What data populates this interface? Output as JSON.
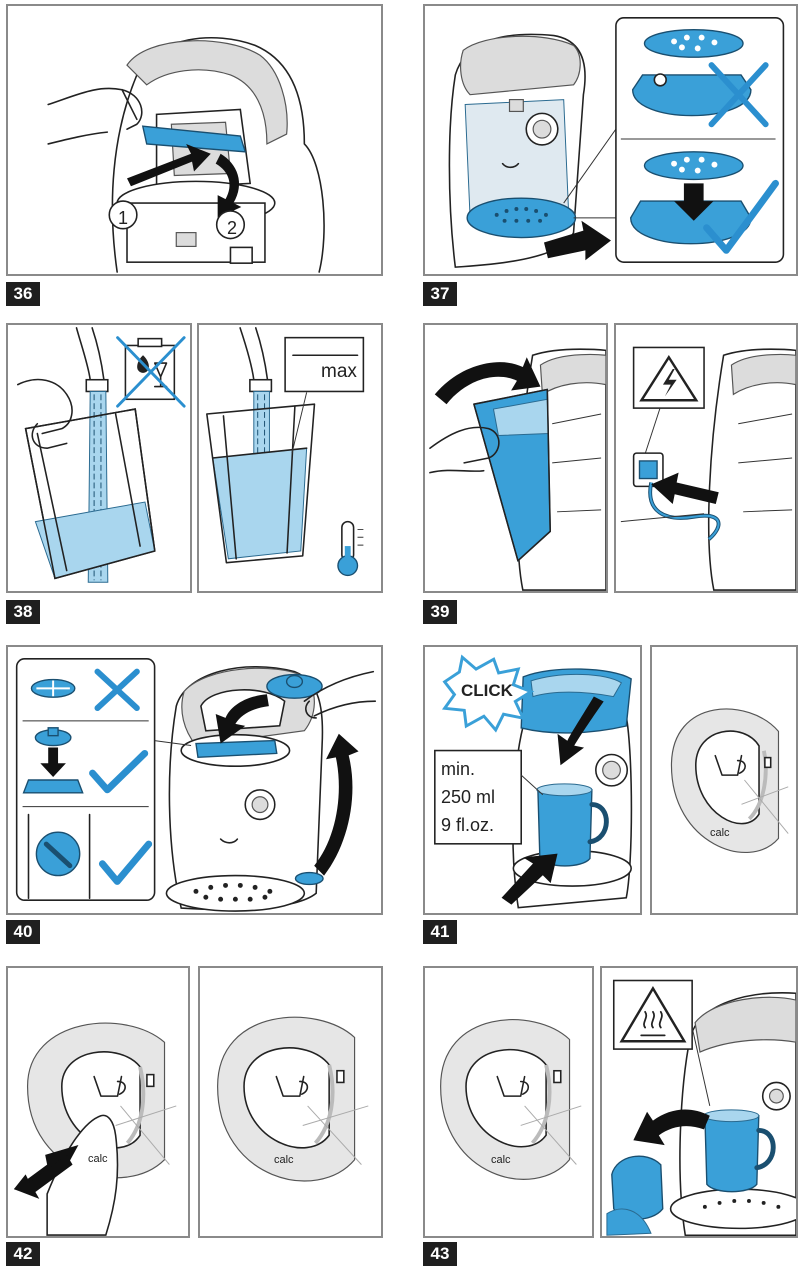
{
  "steps": [
    {
      "number": "36"
    },
    {
      "number": "37"
    },
    {
      "number": "38"
    },
    {
      "number": "39"
    },
    {
      "number": "40"
    },
    {
      "number": "41"
    },
    {
      "number": "42"
    },
    {
      "number": "43"
    }
  ],
  "step36": {
    "callout_1": "1",
    "callout_2": "2"
  },
  "step38": {
    "max_label": "max"
  },
  "step41": {
    "click_label": "CLICK",
    "cup_min_line1": "min.",
    "cup_min_line2": "250 ml",
    "cup_min_line3": "9 fl.oz.",
    "calc_label": "calc"
  },
  "step42": {
    "calc_label_left": "calc",
    "calc_label_right": "calc"
  },
  "step43": {
    "calc_label": "calc"
  },
  "colors": {
    "accent_blue": "#3aa0d8",
    "frame_grey": "#8a8a8a",
    "badge_black": "#1f1f1f"
  }
}
